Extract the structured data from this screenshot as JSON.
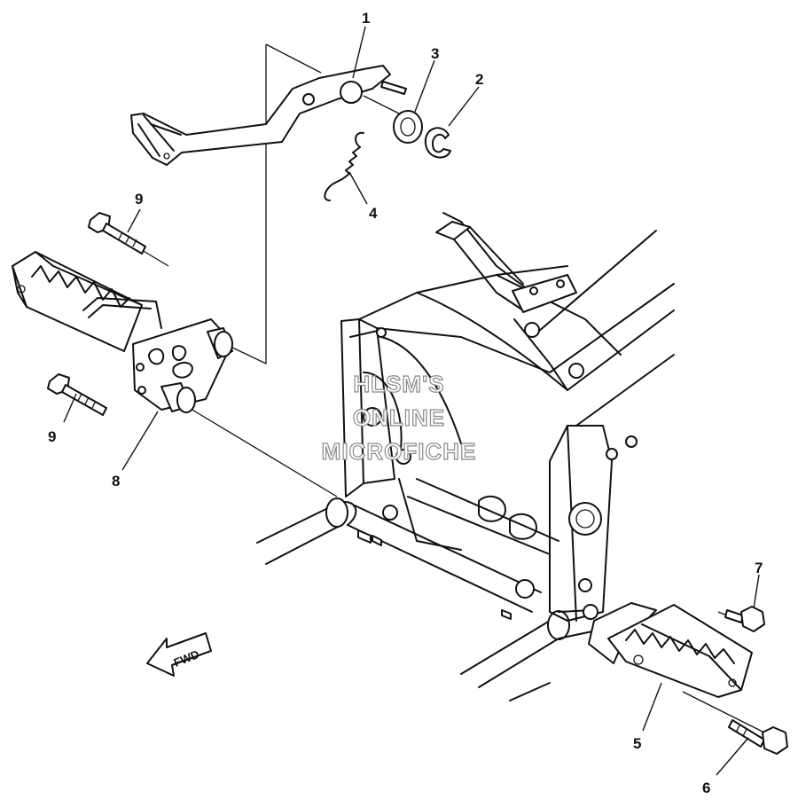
{
  "callouts": {
    "c1": "1",
    "c2": "2",
    "c3": "3",
    "c4": "4",
    "c5": "5",
    "c6": "6",
    "c7": "7",
    "c8": "8",
    "c9a": "9",
    "c9b": "9"
  },
  "fwd_label": "FWD",
  "watermark": {
    "line1": "HLSM'S",
    "line2": "ONLINE",
    "line3": "MICROFICHE"
  }
}
